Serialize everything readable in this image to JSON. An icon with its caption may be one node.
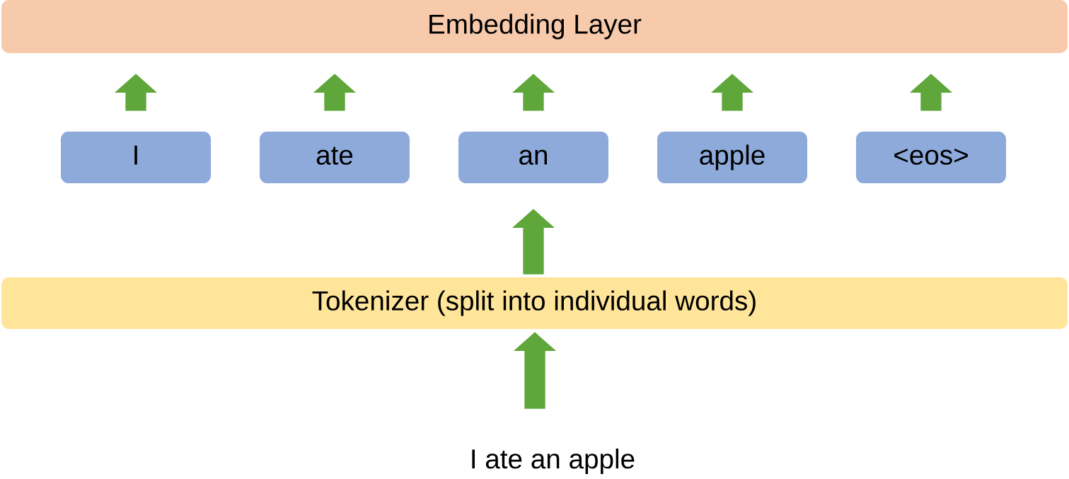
{
  "diagram": {
    "nodes": [
      {
        "text": [
          "Embedding Layer"
        ]
      },
      {
        "text": [
          "I"
        ]
      },
      {
        "text": [
          "ate"
        ]
      },
      {
        "text": [
          "an"
        ]
      },
      {
        "text": [
          "apple"
        ]
      },
      {
        "text": [
          "<eos>"
        ]
      },
      {
        "text": [
          "Tokenizer (split into individual words)"
        ]
      },
      {
        "text": [
          "I ate an apple"
        ]
      }
    ],
    "edges": [
      {
        "from": 1,
        "to": 0,
        "arrow": "to"
      },
      {
        "from": 2,
        "to": 0,
        "arrow": "to"
      },
      {
        "from": 3,
        "to": 0,
        "arrow": "to"
      },
      {
        "from": 4,
        "to": 0,
        "arrow": "to"
      },
      {
        "from": 5,
        "to": 0,
        "arrow": "to"
      },
      {
        "from": 6,
        "to": 3,
        "arrow": "to"
      },
      {
        "from": 7,
        "to": 6,
        "arrow": "to"
      }
    ]
  }
}
